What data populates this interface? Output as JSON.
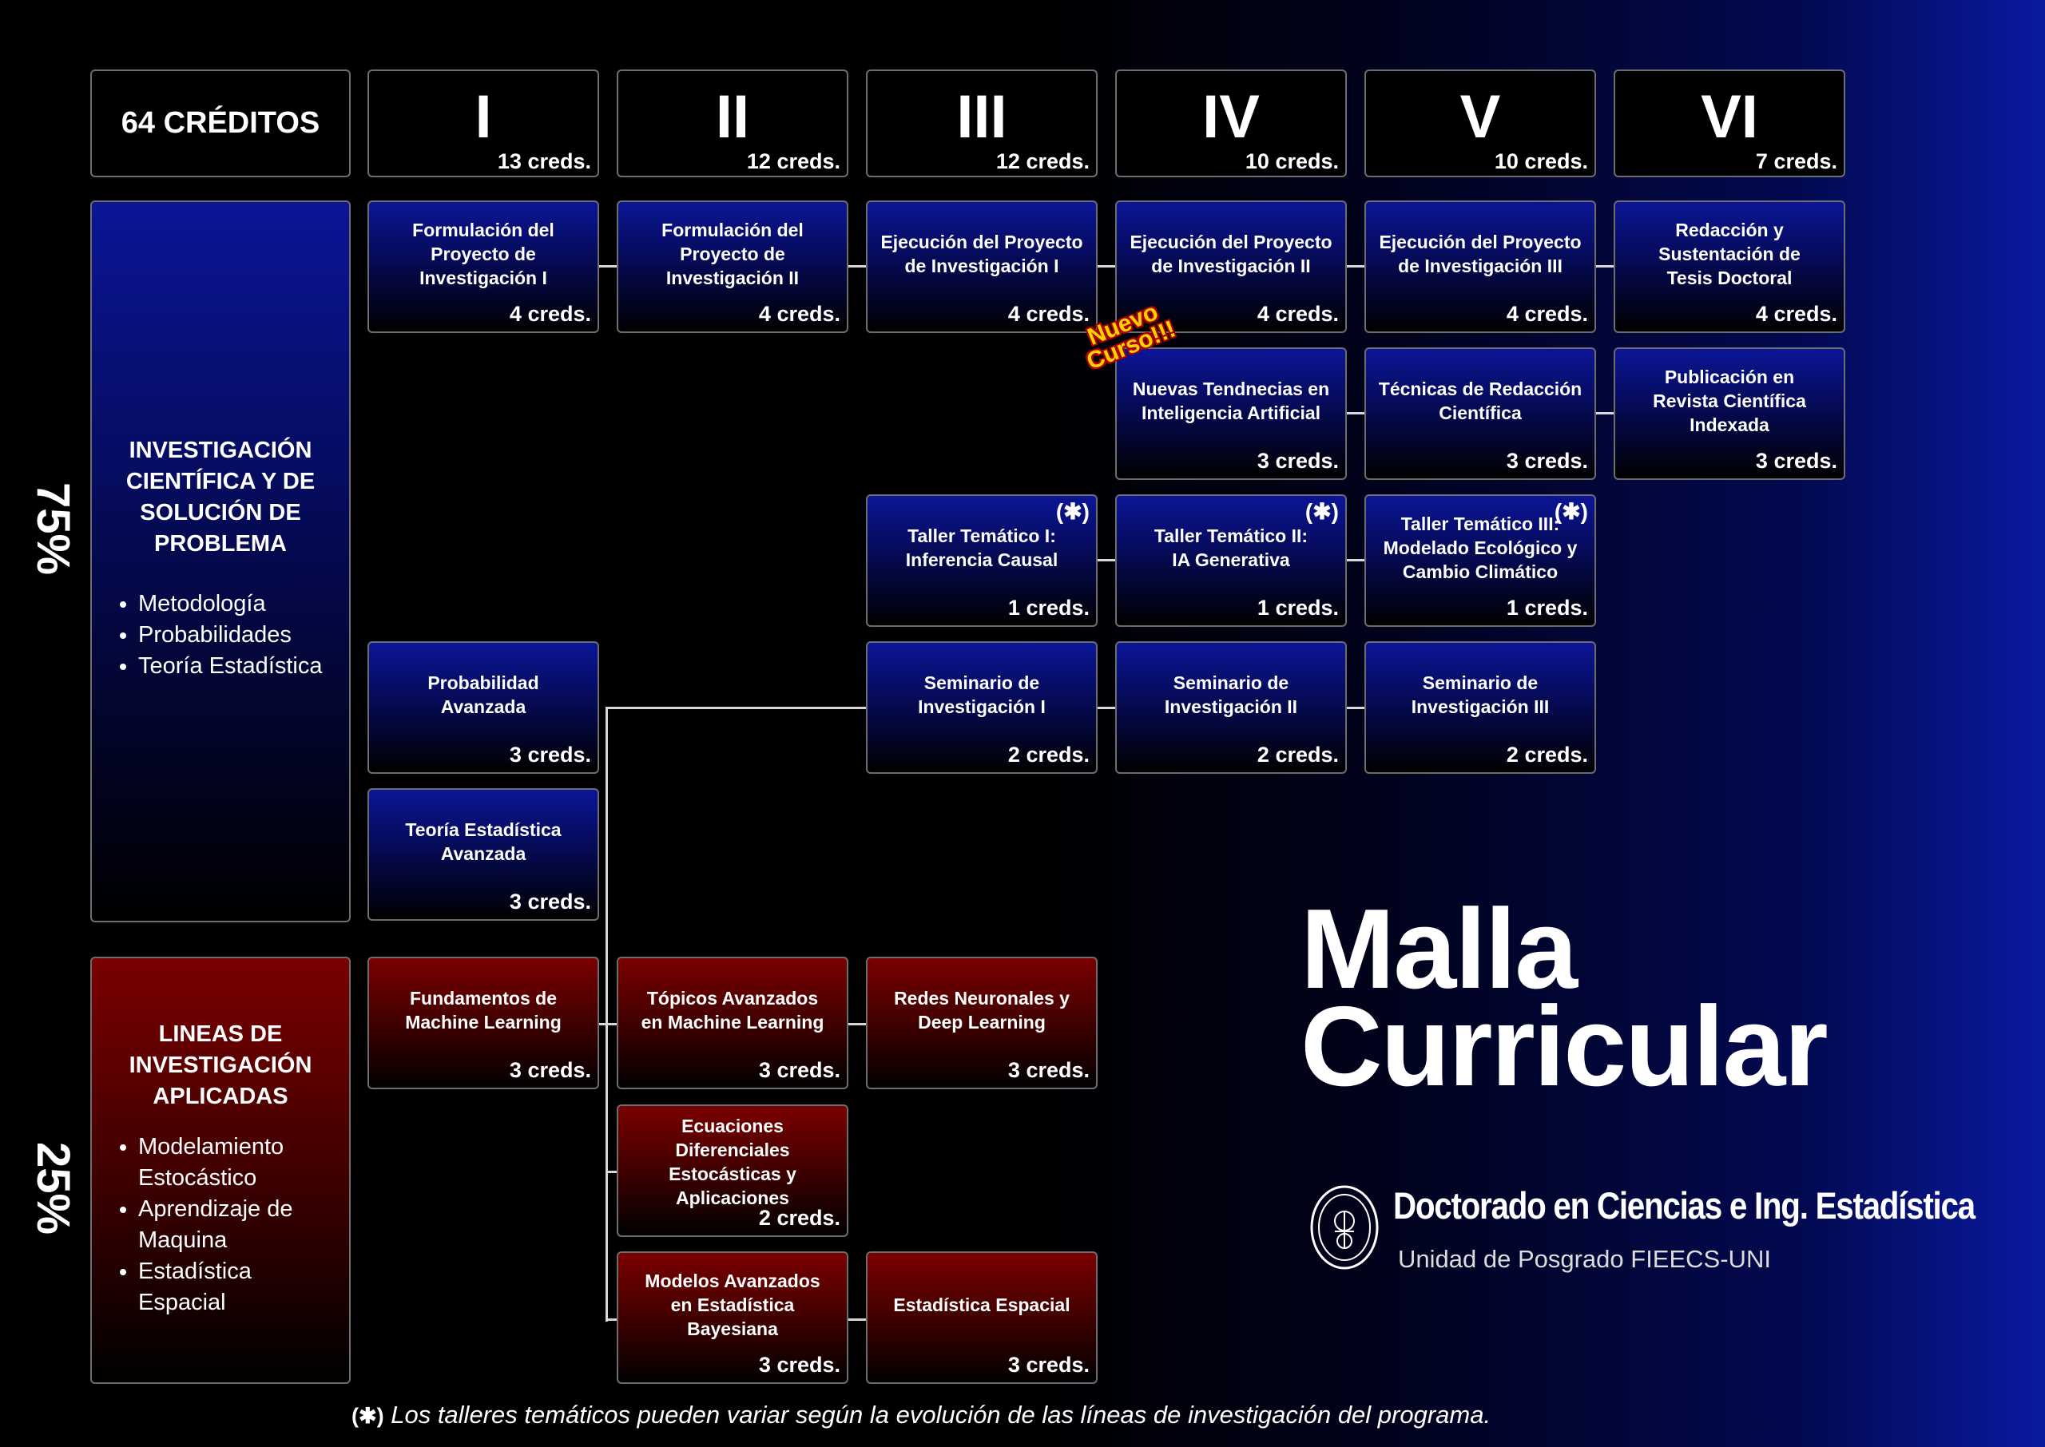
{
  "header": {
    "total_credits": "64 CRÉDITOS",
    "semesters": [
      {
        "roman": "I",
        "credits": "13 creds."
      },
      {
        "roman": "II",
        "credits": "12 creds."
      },
      {
        "roman": "III",
        "credits": "12 creds."
      },
      {
        "roman": "IV",
        "credits": "10 creds."
      },
      {
        "roman": "V",
        "credits": "10 creds."
      },
      {
        "roman": "VI",
        "credits": "7 creds."
      }
    ]
  },
  "categories": {
    "research": {
      "percent": "75%",
      "title": "INVESTIGACIÓN\nCIENTÍFICA Y DE\nSOLUCIÓN DE\nPROBLEMA",
      "items": [
        "Metodología",
        "Probabilidades",
        "Teoría Estadística"
      ]
    },
    "applied": {
      "percent": "25%",
      "title": "LINEAS DE\nINVESTIGACIÓN\nAPLICADAS",
      "items": [
        "Modelamiento\nEstocástico",
        "Aprendizaje de\nMaquina",
        "Estadística\nEspacial"
      ]
    }
  },
  "courses": {
    "proj1": {
      "name": "Formulación del\nProyecto de\nInvestigación I",
      "credits": "4 creds."
    },
    "proj2": {
      "name": "Formulación del\nProyecto de\nInvestigación II",
      "credits": "4 creds."
    },
    "ejec1": {
      "name": "Ejecución del Proyecto\nde Investigación I",
      "credits": "4 creds."
    },
    "ejec2": {
      "name": "Ejecución del Proyecto\nde Investigación II",
      "credits": "4 creds."
    },
    "ejec3": {
      "name": "Ejecución del Proyecto\nde Investigación III",
      "credits": "4 creds."
    },
    "tesis": {
      "name": "Redacción y\nSustentación de\nTesis Doctoral",
      "credits": "4 creds."
    },
    "ia_trends": {
      "name": "Nuevas Tendnecias en\nInteligencia Artificial",
      "credits": "3 creds."
    },
    "redaccion": {
      "name": "Técnicas de Redacción\nCientífica",
      "credits": "3 creds."
    },
    "publicacion": {
      "name": "Publicación en\nRevista Científica\nIndexada",
      "credits": "3 creds."
    },
    "taller1": {
      "name": "Taller Temático I:\nInferencia Causal",
      "credits": "1 creds.",
      "mark": "(✱)"
    },
    "taller2": {
      "name": "Taller Temático II:\nIA Generativa",
      "credits": "1 creds.",
      "mark": "(✱)"
    },
    "taller3": {
      "name": "Taller Temático III:\nModelado Ecológico y\nCambio Climático",
      "credits": "1 creds.",
      "mark": "(✱)"
    },
    "prob": {
      "name": "Probabilidad\nAvanzada",
      "credits": "3 creds."
    },
    "sem1": {
      "name": "Seminario de\nInvestigación I",
      "credits": "2 creds."
    },
    "sem2": {
      "name": "Seminario de\nInvestigación II",
      "credits": "2 creds."
    },
    "sem3": {
      "name": "Seminario de\nInvestigación III",
      "credits": "2 creds."
    },
    "teoria": {
      "name": "Teoría Estadística\nAvanzada",
      "credits": "3 creds."
    },
    "fml": {
      "name": "Fundamentos de\nMachine Learning",
      "credits": "3 creds."
    },
    "tml": {
      "name": "Tópicos Avanzados\nen Machine Learning",
      "credits": "3 creds."
    },
    "rnn": {
      "name": "Redes Neuronales y\nDeep Learning",
      "credits": "3 creds."
    },
    "ede": {
      "name": "Ecuaciones\nDiferenciales\nEstocásticas y\nAplicaciones",
      "credits": "2 creds."
    },
    "bayes": {
      "name": "Modelos Avanzados\nen Estadística\nBayesiana",
      "credits": "3 creds."
    },
    "espacial": {
      "name": "Estadística Espacial",
      "credits": "3 creds."
    }
  },
  "badge": {
    "text": "Nuevo\nCurso!!!",
    "color": "#ffd400"
  },
  "title": {
    "line1": "Malla",
    "line2": "Curricular"
  },
  "institution": {
    "program": "Doctorado en Ciencias e Ing. Estadística",
    "unit": "Unidad de Posgrado FIEECS-UNI"
  },
  "footnote": {
    "mark": "(✱)",
    "text": " Los talleres temáticos pueden variar según la evolución de las líneas de investigación del programa."
  },
  "colors": {
    "research_blue": "#0b1596",
    "applied_red": "#7a0000",
    "badge_yellow": "#ffd400"
  }
}
